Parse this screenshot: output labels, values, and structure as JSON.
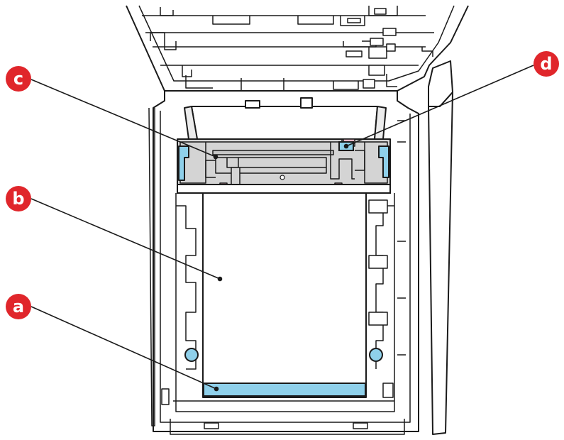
{
  "callouts": [
    {
      "id": "a",
      "letter": "a"
    },
    {
      "id": "b",
      "letter": "b"
    },
    {
      "id": "c",
      "letter": "c"
    },
    {
      "id": "d",
      "letter": "d"
    }
  ],
  "colors": {
    "callout_fill": "#e0262b",
    "callout_text": "#ffffff",
    "line": "#1a1a1a",
    "highlight_blue": "#8fd0ea",
    "highlight_pink": "#f3b7c6",
    "fuser_gray": "#d4d4d4",
    "panel_gray": "#bdbdbd"
  }
}
